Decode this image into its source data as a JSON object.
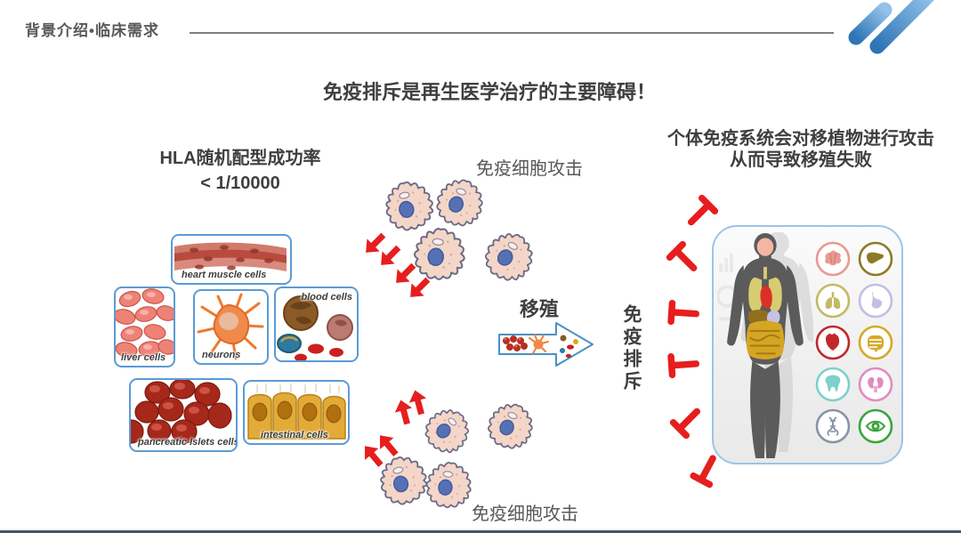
{
  "slide": {
    "breadcrumb": "背景介绍•临床需求",
    "title": "免疫排斥是再生医学治疗的主要障碍！"
  },
  "left": {
    "hla_line1": "HLA随机配型成功率",
    "hla_line2": "< 1/10000",
    "cell_boxes": [
      {
        "label": "heart muscle cells"
      },
      {
        "label": "liver cells"
      },
      {
        "label": "neurons"
      },
      {
        "label": "blood cells"
      },
      {
        "label": "pancreatic Islets cells"
      },
      {
        "label": "intestinal cells"
      }
    ]
  },
  "middle": {
    "attack_top": "免疫细胞攻击",
    "attack_bottom": "免疫细胞攻击",
    "transplant": "移殖",
    "rejection": "免疫排斥"
  },
  "right": {
    "caption_line1": "个体免疫系统会对移植物进行攻击",
    "caption_line2": "从而导致移殖失败",
    "organ_icons": [
      {
        "name": "brain-icon",
        "color": "#E89A90"
      },
      {
        "name": "liver-icon",
        "color": "#8D7A26"
      },
      {
        "name": "lungs-icon",
        "color": "#C3BA62"
      },
      {
        "name": "stomach-icon",
        "color": "#C6BCE6"
      },
      {
        "name": "heart-icon",
        "color": "#C2272E"
      },
      {
        "name": "intestine-icon",
        "color": "#D5A928"
      },
      {
        "name": "tooth-icon",
        "color": "#7ED0CB"
      },
      {
        "name": "kidney-icon",
        "color": "#E08CC0"
      },
      {
        "name": "dna-icon",
        "color": "#8A93A6"
      },
      {
        "name": "eye-icon",
        "color": "#3AA53A"
      }
    ]
  },
  "colors": {
    "accent_red": "#E61E1E",
    "title_text": "#3F3F3F",
    "gray_text": "#595959",
    "cell_box_border": "#5B9BD5",
    "panel_border": "#9DC3E6",
    "footer_line": "#44546A",
    "logo_blue": "#2E75B6"
  }
}
